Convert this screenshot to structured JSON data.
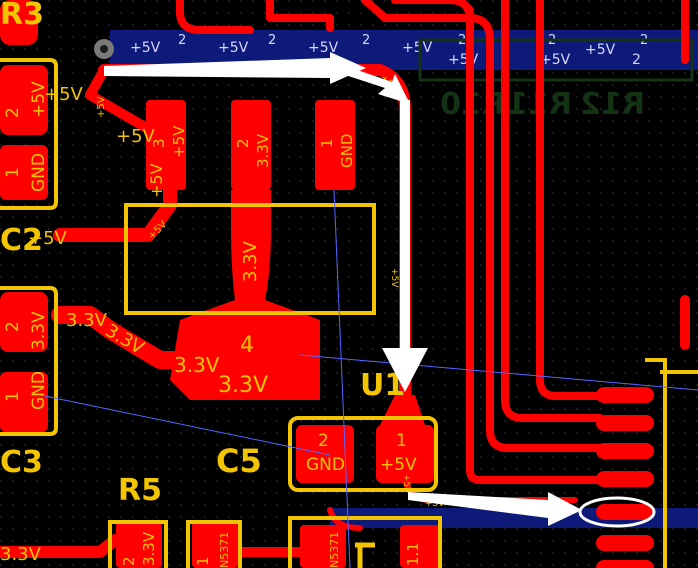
{
  "board": {
    "colors": {
      "background": "#000000",
      "copper": "#ff0000",
      "silkscreen": "#f3c400",
      "bottom_layer": "#0d1a7a",
      "ratsnest": "#5566ff",
      "arrow": "#ffffff"
    },
    "designators": {
      "r3": "R3",
      "c2": "C2",
      "c3": "C3",
      "c5": "C5",
      "r5": "R5",
      "u1": "U1",
      "r10": "R10",
      "r11": "R11",
      "r12": "R12"
    },
    "nets": {
      "plus5v": "+5V",
      "gnd": "GND",
      "v33": "3.3V"
    },
    "pins": {
      "p1": "1",
      "p2": "2",
      "p3": "3",
      "p4": "4"
    },
    "misc": {
      "n5371": "N5371",
      "v11": "1.1",
      "c2_net": "+5V"
    },
    "bottom_strip": [
      "+5V",
      "2",
      "+5V",
      "2",
      "+5V",
      "2",
      "+5V",
      "2",
      "+5V",
      "2",
      "+5V",
      "2",
      "+5V",
      "2"
    ],
    "annotations": {
      "arrows": 4,
      "highlight_circle": "pin on right connector"
    }
  }
}
